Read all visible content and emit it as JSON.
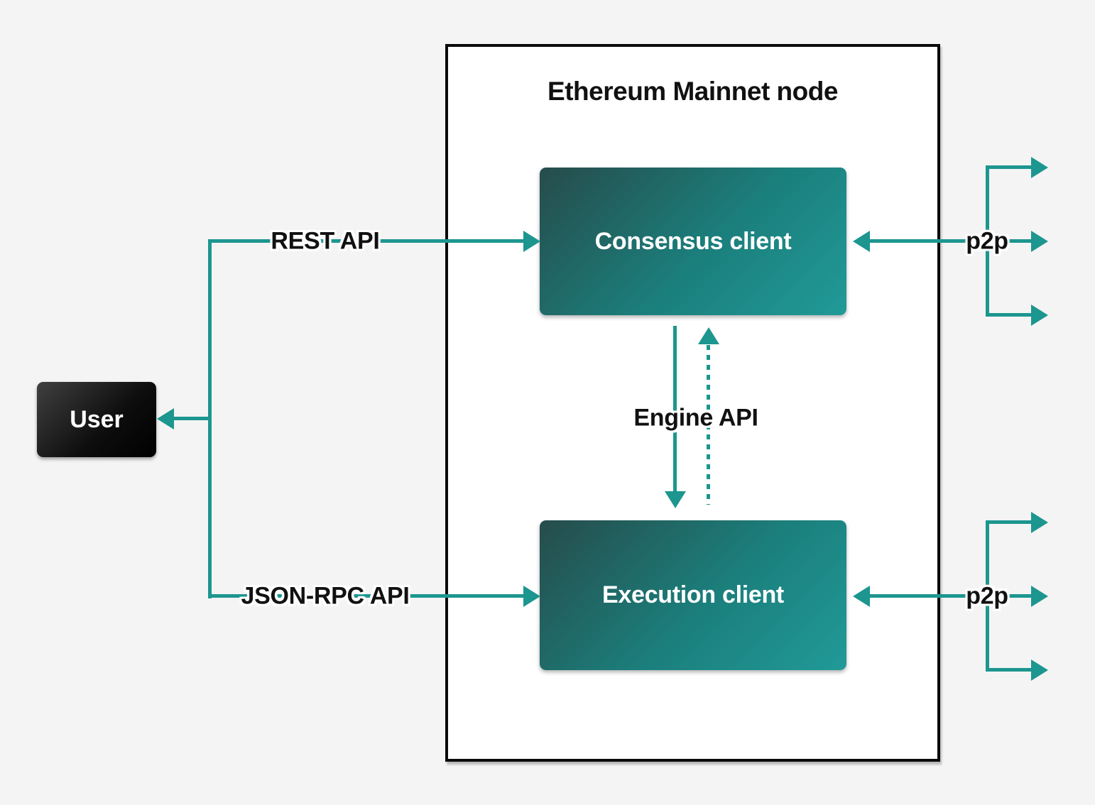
{
  "theme": {
    "bg": "#f4f4f4",
    "accent": "#1c968f",
    "node-fill": "#ffffff",
    "node-border": "#0a0a0a",
    "client-grad-start": "#264c4b",
    "client-grad-mid": "#1b7f7c",
    "client-grad-end": "#219a98",
    "user-grad-start": "#404040",
    "user-grad-end": "#000000",
    "text-dark": "#111111",
    "text-light": "#ffffff"
  },
  "diagram": {
    "title": "Ethereum Mainnet node",
    "nodes": {
      "user": "User",
      "consensus": "Consensus client",
      "execution": "Execution client"
    },
    "edges": {
      "rest_api": "REST API",
      "json_rpc_api": "JSON-RPC API",
      "engine_api": "Engine API",
      "p2p_consensus": "p2p",
      "p2p_execution": "p2p"
    }
  }
}
